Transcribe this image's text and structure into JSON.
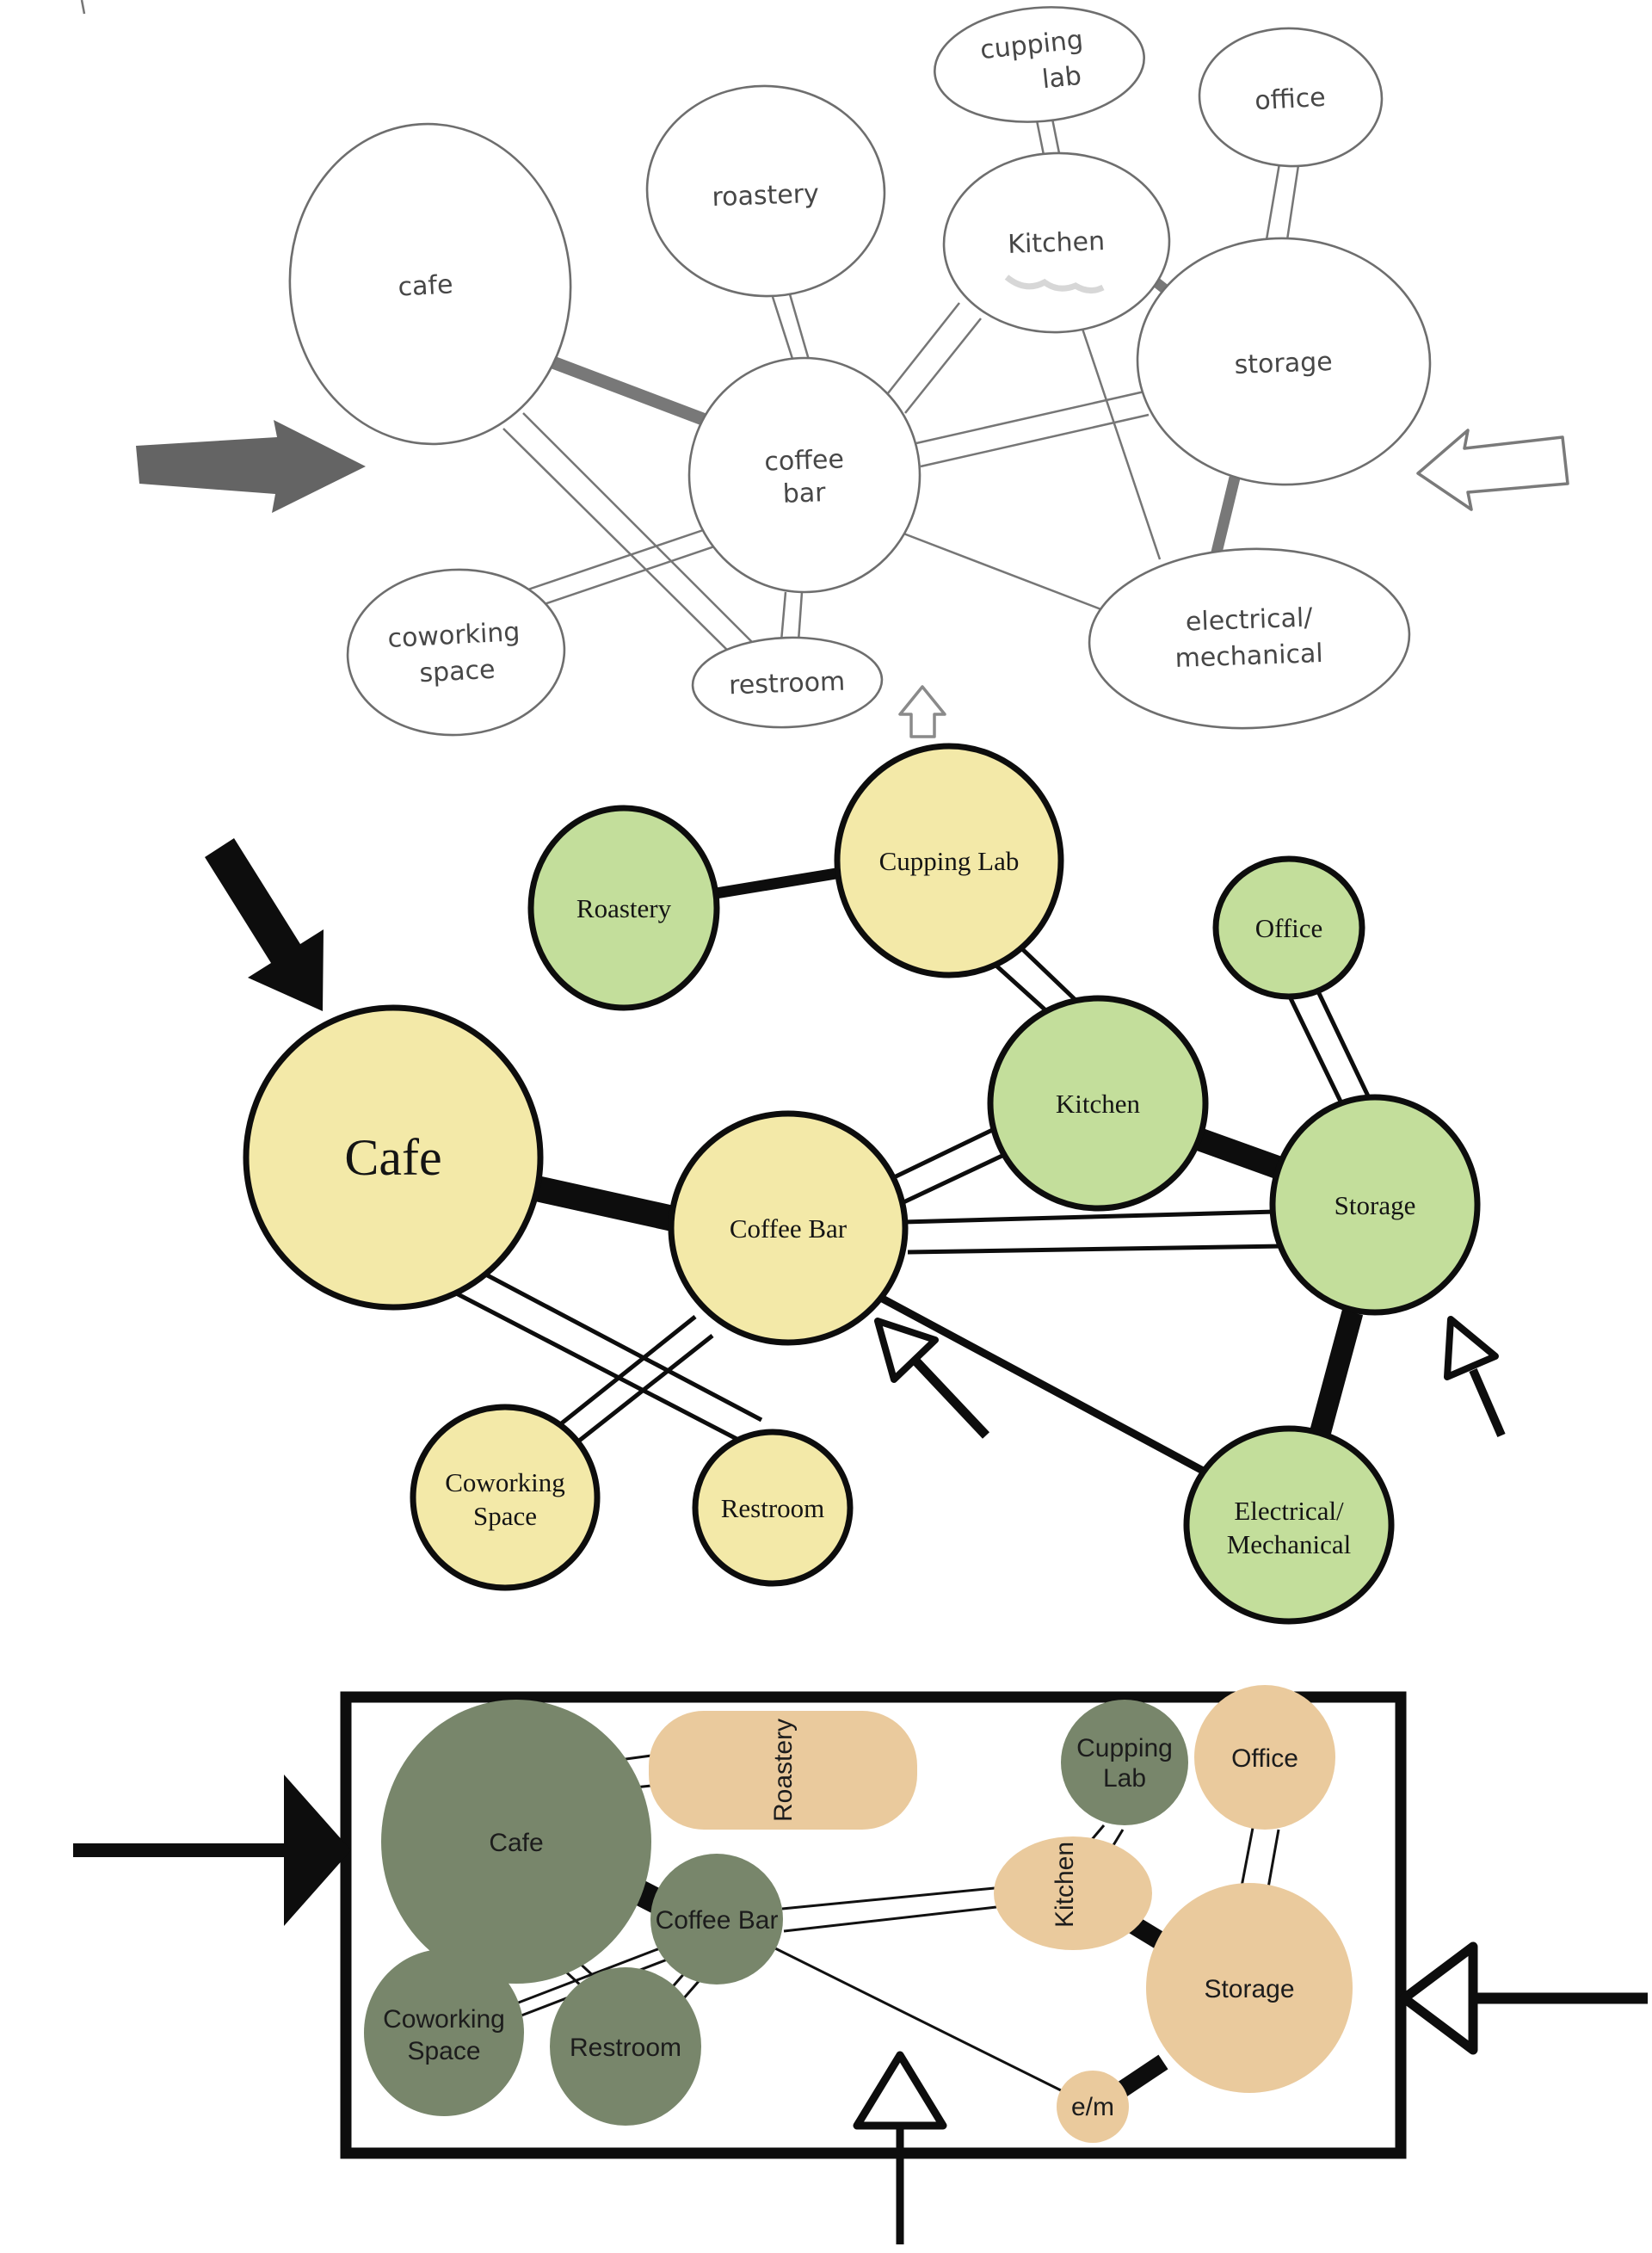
{
  "palette": {
    "yellow": "#f3e9a8",
    "green": "#c3de9b",
    "sage": "#78866b",
    "tan": "#eaca9d",
    "ink": "#0d0d0d",
    "pencil": "#6e6e6e"
  },
  "sketch": {
    "nodes": {
      "cafe": {
        "label": "cafe"
      },
      "roastery": {
        "label": "roastery"
      },
      "cupping_lab": {
        "line1": "cupping",
        "line2": "lab"
      },
      "office": {
        "label": "office"
      },
      "kitchen": {
        "label": "Kitchen"
      },
      "storage": {
        "label": "storage"
      },
      "coffee_bar": {
        "line1": "coffee",
        "line2": "bar"
      },
      "electrical": {
        "line1": "electrical/",
        "line2": "mechanical"
      },
      "coworking": {
        "line1": "coworking",
        "line2": "space"
      },
      "restroom": {
        "label": "restroom"
      }
    },
    "links": [
      {
        "from": "cafe",
        "to": "coffee bar",
        "type": "strong"
      },
      {
        "from": "roastery",
        "to": "coffee bar",
        "type": "corridor"
      },
      {
        "from": "cupping lab",
        "to": "kitchen",
        "type": "corridor"
      },
      {
        "from": "kitchen",
        "to": "storage",
        "type": "strong"
      },
      {
        "from": "office",
        "to": "storage",
        "type": "corridor"
      },
      {
        "from": "storage",
        "to": "electrical/mechanical",
        "type": "strong"
      },
      {
        "from": "coffee bar",
        "to": "restroom",
        "type": "corridor"
      },
      {
        "from": "cafe",
        "to": "restroom",
        "type": "corridor"
      },
      {
        "from": "coworking space",
        "to": "coffee bar",
        "type": "corridor"
      },
      {
        "from": "kitchen",
        "to": "coffee bar",
        "type": "corridor"
      },
      {
        "from": "coffee bar",
        "to": "storage",
        "type": "corridor"
      },
      {
        "from": "coffee bar",
        "to": "electrical/mechanical",
        "type": "single"
      },
      {
        "from": "kitchen",
        "to": "electrical/mechanical",
        "type": "single"
      }
    ],
    "arrows": [
      "entry-arrow-left",
      "entry-arrow-right"
    ]
  },
  "bubble_diagram": {
    "nodes": {
      "roastery": {
        "label": "Roastery",
        "color": "green"
      },
      "cupping_lab": {
        "label": "Cupping Lab",
        "color": "yellow"
      },
      "office": {
        "label": "Office",
        "color": "green"
      },
      "cafe": {
        "label": "Cafe",
        "color": "yellow"
      },
      "kitchen": {
        "label": "Kitchen",
        "color": "green"
      },
      "storage": {
        "label": "Storage",
        "color": "green"
      },
      "coffee_bar": {
        "label": "Coffee Bar",
        "color": "yellow"
      },
      "coworking": {
        "line1": "Coworking",
        "line2": "Space",
        "color": "yellow"
      },
      "restroom": {
        "label": "Restroom",
        "color": "yellow"
      },
      "electrical": {
        "line1": "Electrical/",
        "line2": "Mechanical",
        "color": "green"
      }
    },
    "links": [
      {
        "from": "Roastery",
        "to": "Cupping Lab",
        "type": "strong"
      },
      {
        "from": "Cupping Lab",
        "to": "Kitchen",
        "type": "corridor"
      },
      {
        "from": "Kitchen",
        "to": "Storage",
        "type": "strong"
      },
      {
        "from": "Office",
        "to": "Storage",
        "type": "corridor"
      },
      {
        "from": "Cafe",
        "to": "Coffee Bar",
        "type": "strong"
      },
      {
        "from": "Cafe",
        "to": "Restroom",
        "type": "corridor"
      },
      {
        "from": "Coffee Bar",
        "to": "Coworking Space",
        "type": "corridor"
      },
      {
        "from": "Coffee Bar",
        "to": "Kitchen",
        "type": "corridor"
      },
      {
        "from": "Coffee Bar",
        "to": "Storage",
        "type": "corridor"
      },
      {
        "from": "Electrical/Mechanical",
        "to": "Storage",
        "type": "strong"
      },
      {
        "from": "Electrical/Mechanical",
        "to": "Coffee Bar",
        "type": "single"
      }
    ],
    "arrows": [
      "entry-arrow-cafe",
      "entry-arrow-cupping-lab",
      "entry-arrow-coffee-bar",
      "entry-arrow-storage"
    ]
  },
  "floor_plan": {
    "nodes": {
      "cafe": {
        "label": "Cafe",
        "color": "sage"
      },
      "roastery": {
        "label": "Roastery",
        "color": "tan"
      },
      "coffee_bar": {
        "label": "Coffee Bar",
        "color": "sage"
      },
      "coworking": {
        "line1": "Coworking",
        "line2": "Space",
        "color": "sage"
      },
      "restroom": {
        "label": "Restroom",
        "color": "sage"
      },
      "cupping_lab": {
        "line1": "Cupping",
        "line2": "Lab",
        "color": "sage"
      },
      "office": {
        "label": "Office",
        "color": "tan"
      },
      "kitchen": {
        "label": "Kitchen",
        "color": "tan"
      },
      "storage": {
        "label": "Storage",
        "color": "tan"
      },
      "em": {
        "label": "e/m",
        "color": "tan"
      }
    },
    "links": [
      {
        "from": "Cafe",
        "to": "Roastery",
        "type": "corridor"
      },
      {
        "from": "Cafe",
        "to": "Coffee Bar",
        "type": "strong"
      },
      {
        "from": "Cafe",
        "to": "Restroom",
        "type": "corridor"
      },
      {
        "from": "Coworking Space",
        "to": "Coffee Bar",
        "type": "corridor"
      },
      {
        "from": "Coffee Bar",
        "to": "Restroom",
        "type": "corridor"
      },
      {
        "from": "Coffee Bar",
        "to": "Kitchen",
        "type": "corridor"
      },
      {
        "from": "Coffee Bar",
        "to": "e/m",
        "type": "single"
      },
      {
        "from": "Kitchen",
        "to": "Cupping Lab",
        "type": "corridor"
      },
      {
        "from": "Kitchen",
        "to": "Storage",
        "type": "strong"
      },
      {
        "from": "Office",
        "to": "Storage",
        "type": "corridor"
      },
      {
        "from": "e/m",
        "to": "Storage",
        "type": "strong"
      }
    ],
    "arrows": [
      "entry-arrow-left",
      "entry-arrow-right",
      "entry-arrow-bottom"
    ]
  }
}
